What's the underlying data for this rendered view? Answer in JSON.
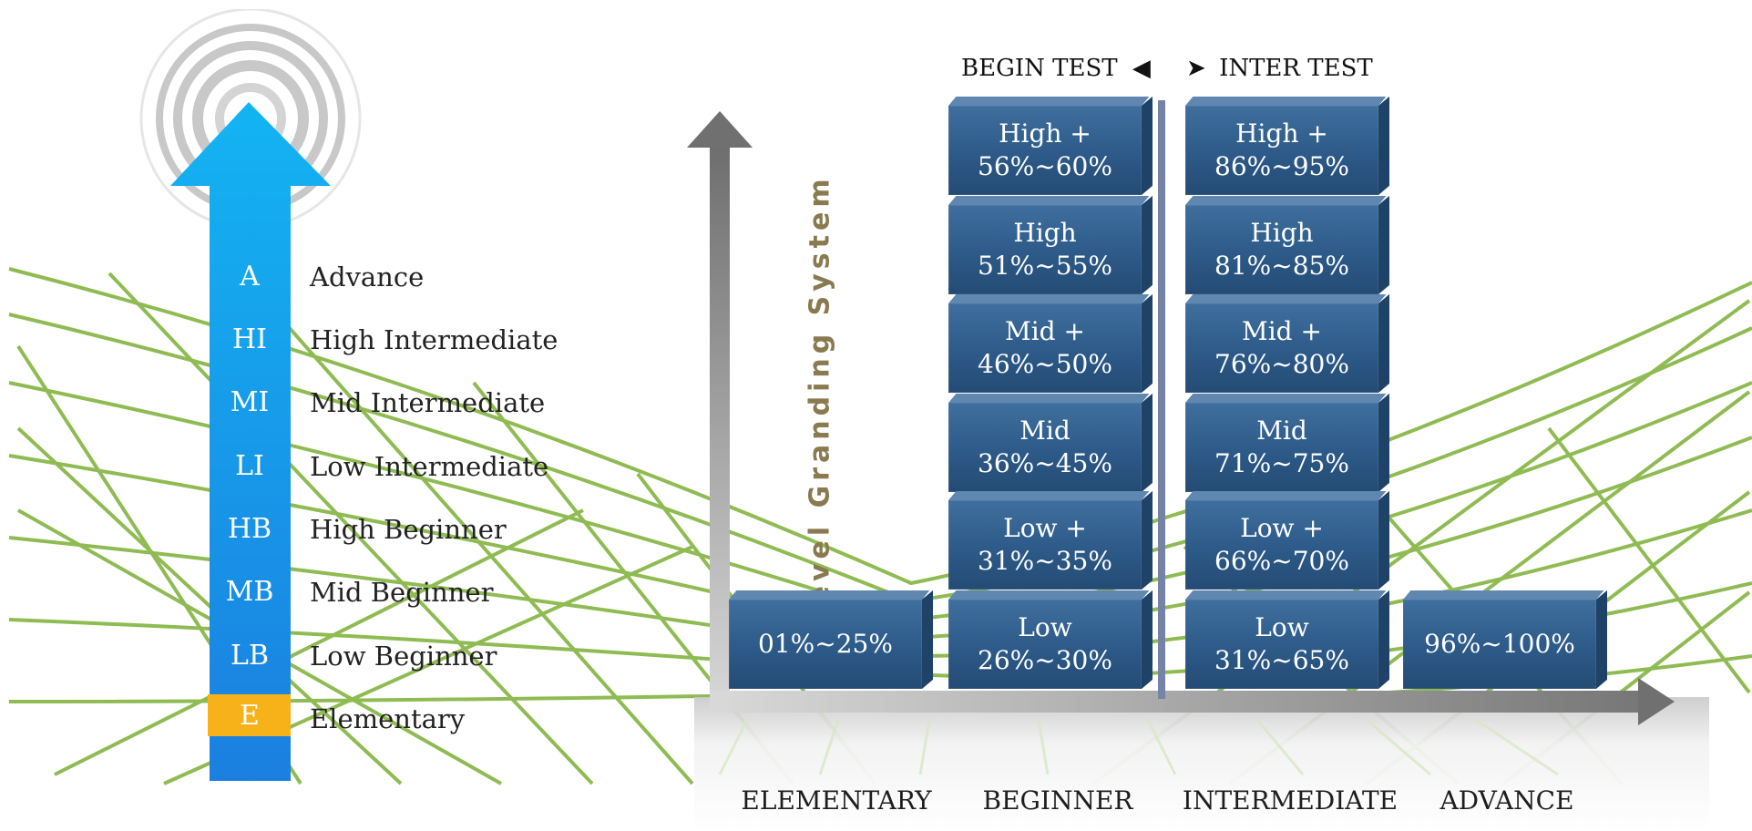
{
  "levels": [
    {
      "code": "A",
      "name": "Advance"
    },
    {
      "code": "HI",
      "name": "High Intermediate"
    },
    {
      "code": "MI",
      "name": "Mid Intermediate"
    },
    {
      "code": "LI",
      "name": "Low Intermediate"
    },
    {
      "code": "HB",
      "name": "High Beginner"
    },
    {
      "code": "MB",
      "name": "Mid Beginner"
    },
    {
      "code": "LB",
      "name": "Low Beginner"
    },
    {
      "code": "E",
      "name": "Elementary"
    }
  ],
  "y_axis_label": "Level Granding System",
  "tests": {
    "begin": "BEGIN TEST",
    "inter": "INTER TEST"
  },
  "begin_boxes": [
    {
      "label": "High +",
      "range": "56%~60%"
    },
    {
      "label": "High",
      "range": "51%~55%"
    },
    {
      "label": "Mid +",
      "range": "46%~50%"
    },
    {
      "label": "Mid",
      "range": "36%~45%"
    },
    {
      "label": "Low +",
      "range": "31%~35%"
    },
    {
      "label": "Low",
      "range": "26%~30%"
    }
  ],
  "inter_boxes": [
    {
      "label": "High +",
      "range": "86%~95%"
    },
    {
      "label": "High",
      "range": "81%~85%"
    },
    {
      "label": "Mid +",
      "range": "76%~80%"
    },
    {
      "label": "Mid",
      "range": "71%~75%"
    },
    {
      "label": "Low +",
      "range": "66%~70%"
    },
    {
      "label": "Low",
      "range": "31%~65%"
    }
  ],
  "elementary_box": "01%~25%",
  "advance_box": "96%~100%",
  "categories": [
    "ELEMENTARY",
    "BEGINNER",
    "INTERMEDIATE",
    "ADVANCE"
  ],
  "colors": {
    "arrow_blue": "#1e96e8",
    "elementary_orange": "#f7b21a",
    "box_blue": "#2d5a88",
    "grid_green": "#8ab84a",
    "axis_gray": "#777777"
  }
}
